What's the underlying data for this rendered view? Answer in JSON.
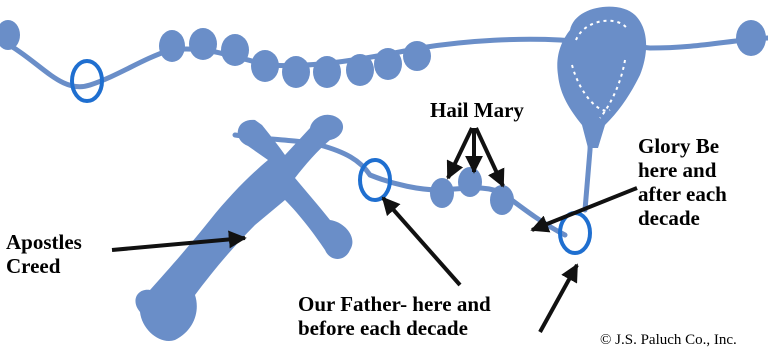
{
  "colors": {
    "rosary": "#6a8ec8",
    "ring": "#1f6fd0",
    "arrow": "#111111"
  },
  "labels": {
    "hail_mary": "Hail Mary",
    "glory_be": [
      "Glory Be",
      "here and",
      "after each",
      "decade"
    ],
    "apostles_creed": [
      "Apostles",
      "Creed"
    ],
    "our_father": [
      "Our Father- here and",
      "before each decade"
    ]
  },
  "copyright": "© J.S. Paluch Co., Inc.",
  "icons": [
    "crucifix-icon",
    "bead-ring-icon",
    "arrow-icon"
  ]
}
